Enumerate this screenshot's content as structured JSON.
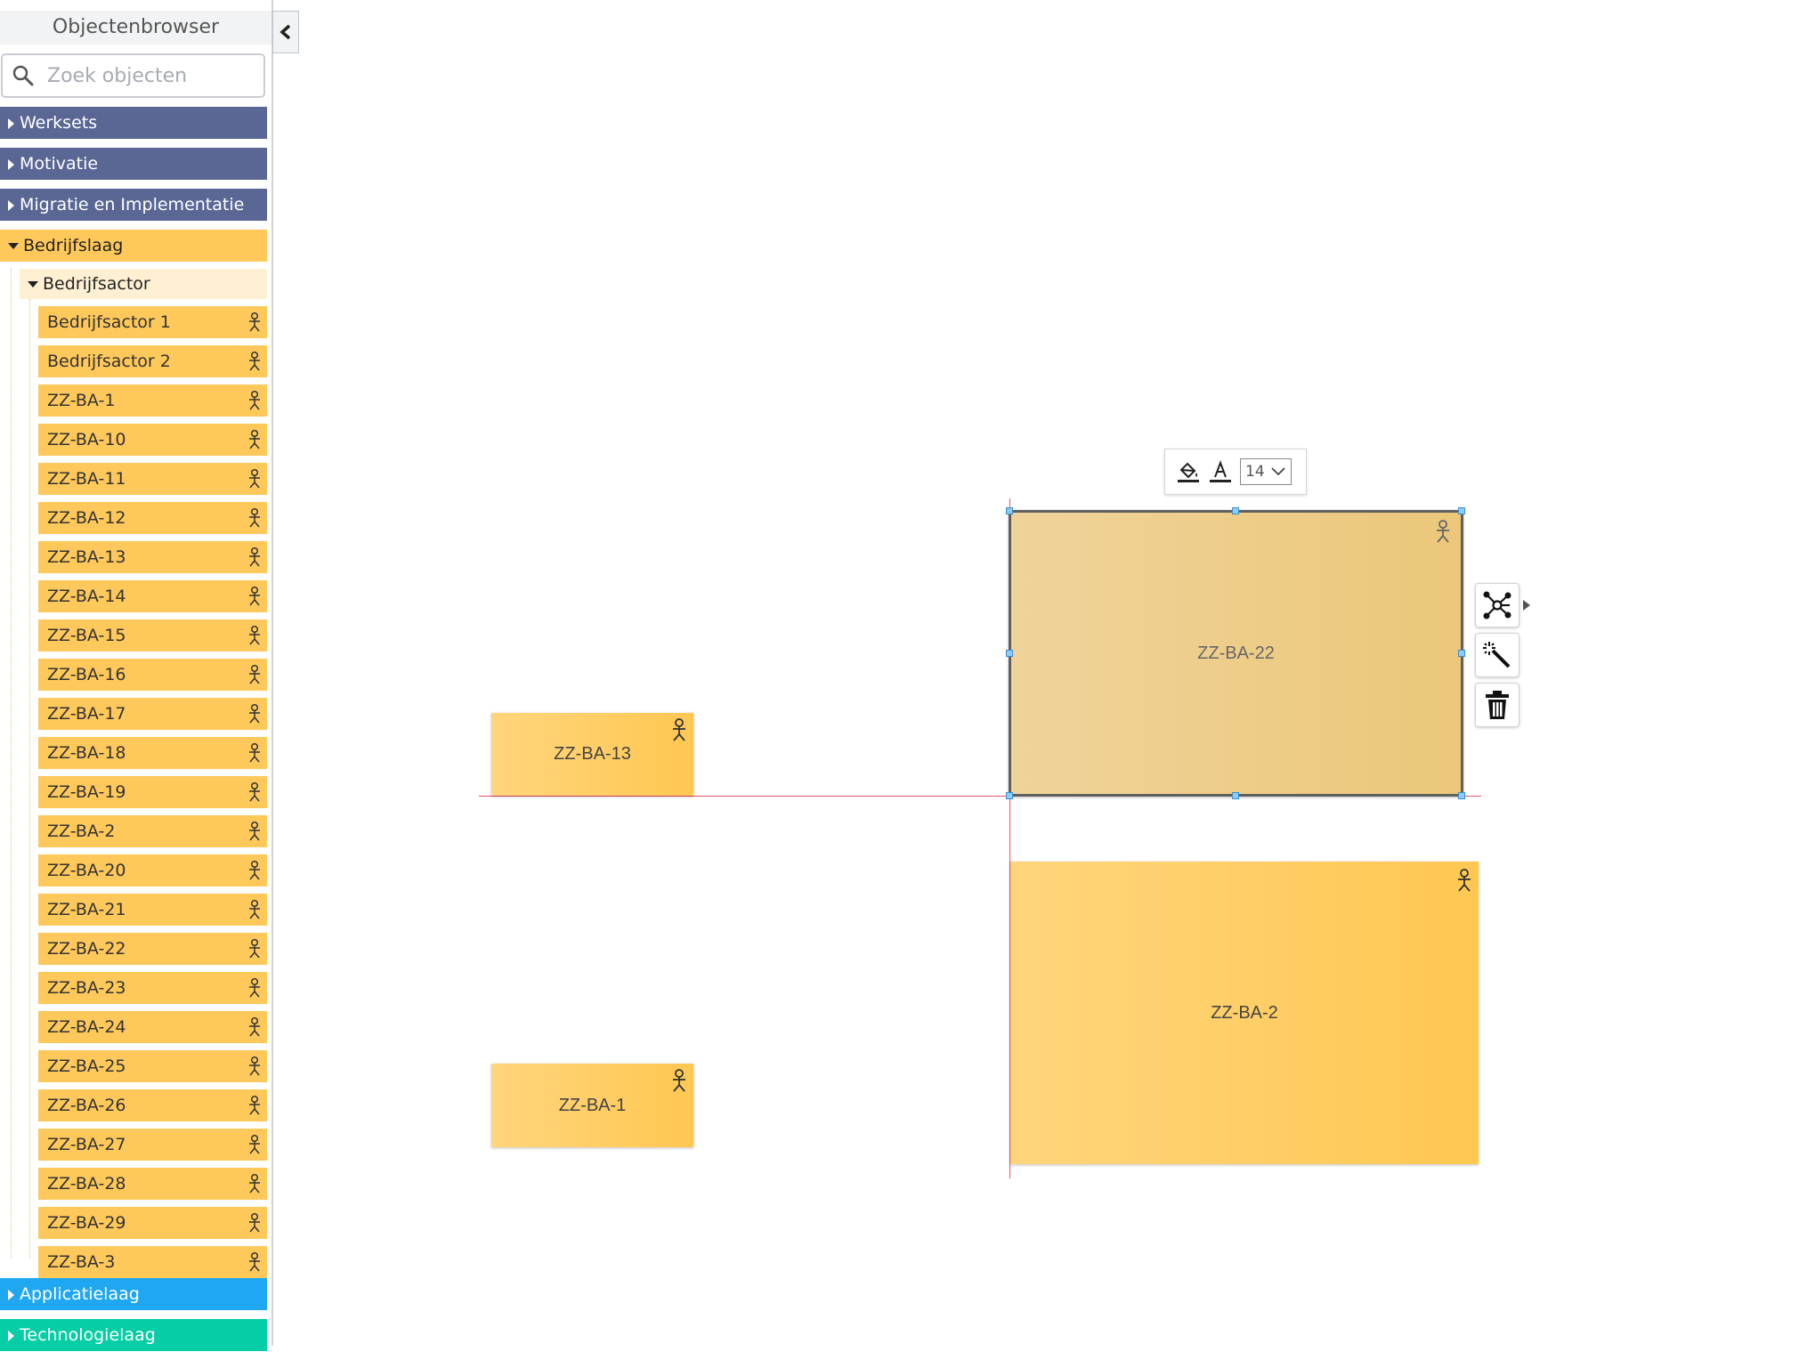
{
  "sidebar": {
    "title": "Objectenbrowser",
    "search_placeholder": "Zoek objecten",
    "categories_top": [
      {
        "label": "Werksets"
      },
      {
        "label": "Motivatie"
      },
      {
        "label": "Migratie en Implementatie"
      }
    ],
    "expanded_category": {
      "label": "Bedrijfslaag"
    },
    "subcategory": {
      "label": "Bedrijfsactor"
    },
    "items": [
      "Bedrijfsactor 1",
      "Bedrijfsactor 2",
      "ZZ-BA-1",
      "ZZ-BA-10",
      "ZZ-BA-11",
      "ZZ-BA-12",
      "ZZ-BA-13",
      "ZZ-BA-14",
      "ZZ-BA-15",
      "ZZ-BA-16",
      "ZZ-BA-17",
      "ZZ-BA-18",
      "ZZ-BA-19",
      "ZZ-BA-2",
      "ZZ-BA-20",
      "ZZ-BA-21",
      "ZZ-BA-22",
      "ZZ-BA-23",
      "ZZ-BA-24",
      "ZZ-BA-25",
      "ZZ-BA-26",
      "ZZ-BA-27",
      "ZZ-BA-28",
      "ZZ-BA-29",
      "ZZ-BA-3"
    ],
    "categories_bottom": [
      {
        "label": "Applicatielaag"
      },
      {
        "label": "Technologielaag"
      }
    ]
  },
  "canvas": {
    "nodes": {
      "ba13": "ZZ-BA-13",
      "ba22": "ZZ-BA-22",
      "ba1": "ZZ-BA-1",
      "ba2": "ZZ-BA-2"
    },
    "format_toolbar": {
      "font_size": "14"
    }
  },
  "icons": {
    "collapse": "chevron-left-icon",
    "search": "search-icon",
    "actor": "actor-icon",
    "fill": "paint-bucket-icon",
    "text_color": "text-color-icon",
    "relations": "network-icon",
    "magic": "magic-wand-icon",
    "delete": "trash-icon"
  },
  "colors": {
    "navy_category": "#5a6795",
    "business_layer": "#ffc85a",
    "application_layer": "#1fa7f1",
    "technology_layer": "#05cda5",
    "guide_line": "#ef4f6a",
    "selection_handle": "#8ecbf5"
  }
}
